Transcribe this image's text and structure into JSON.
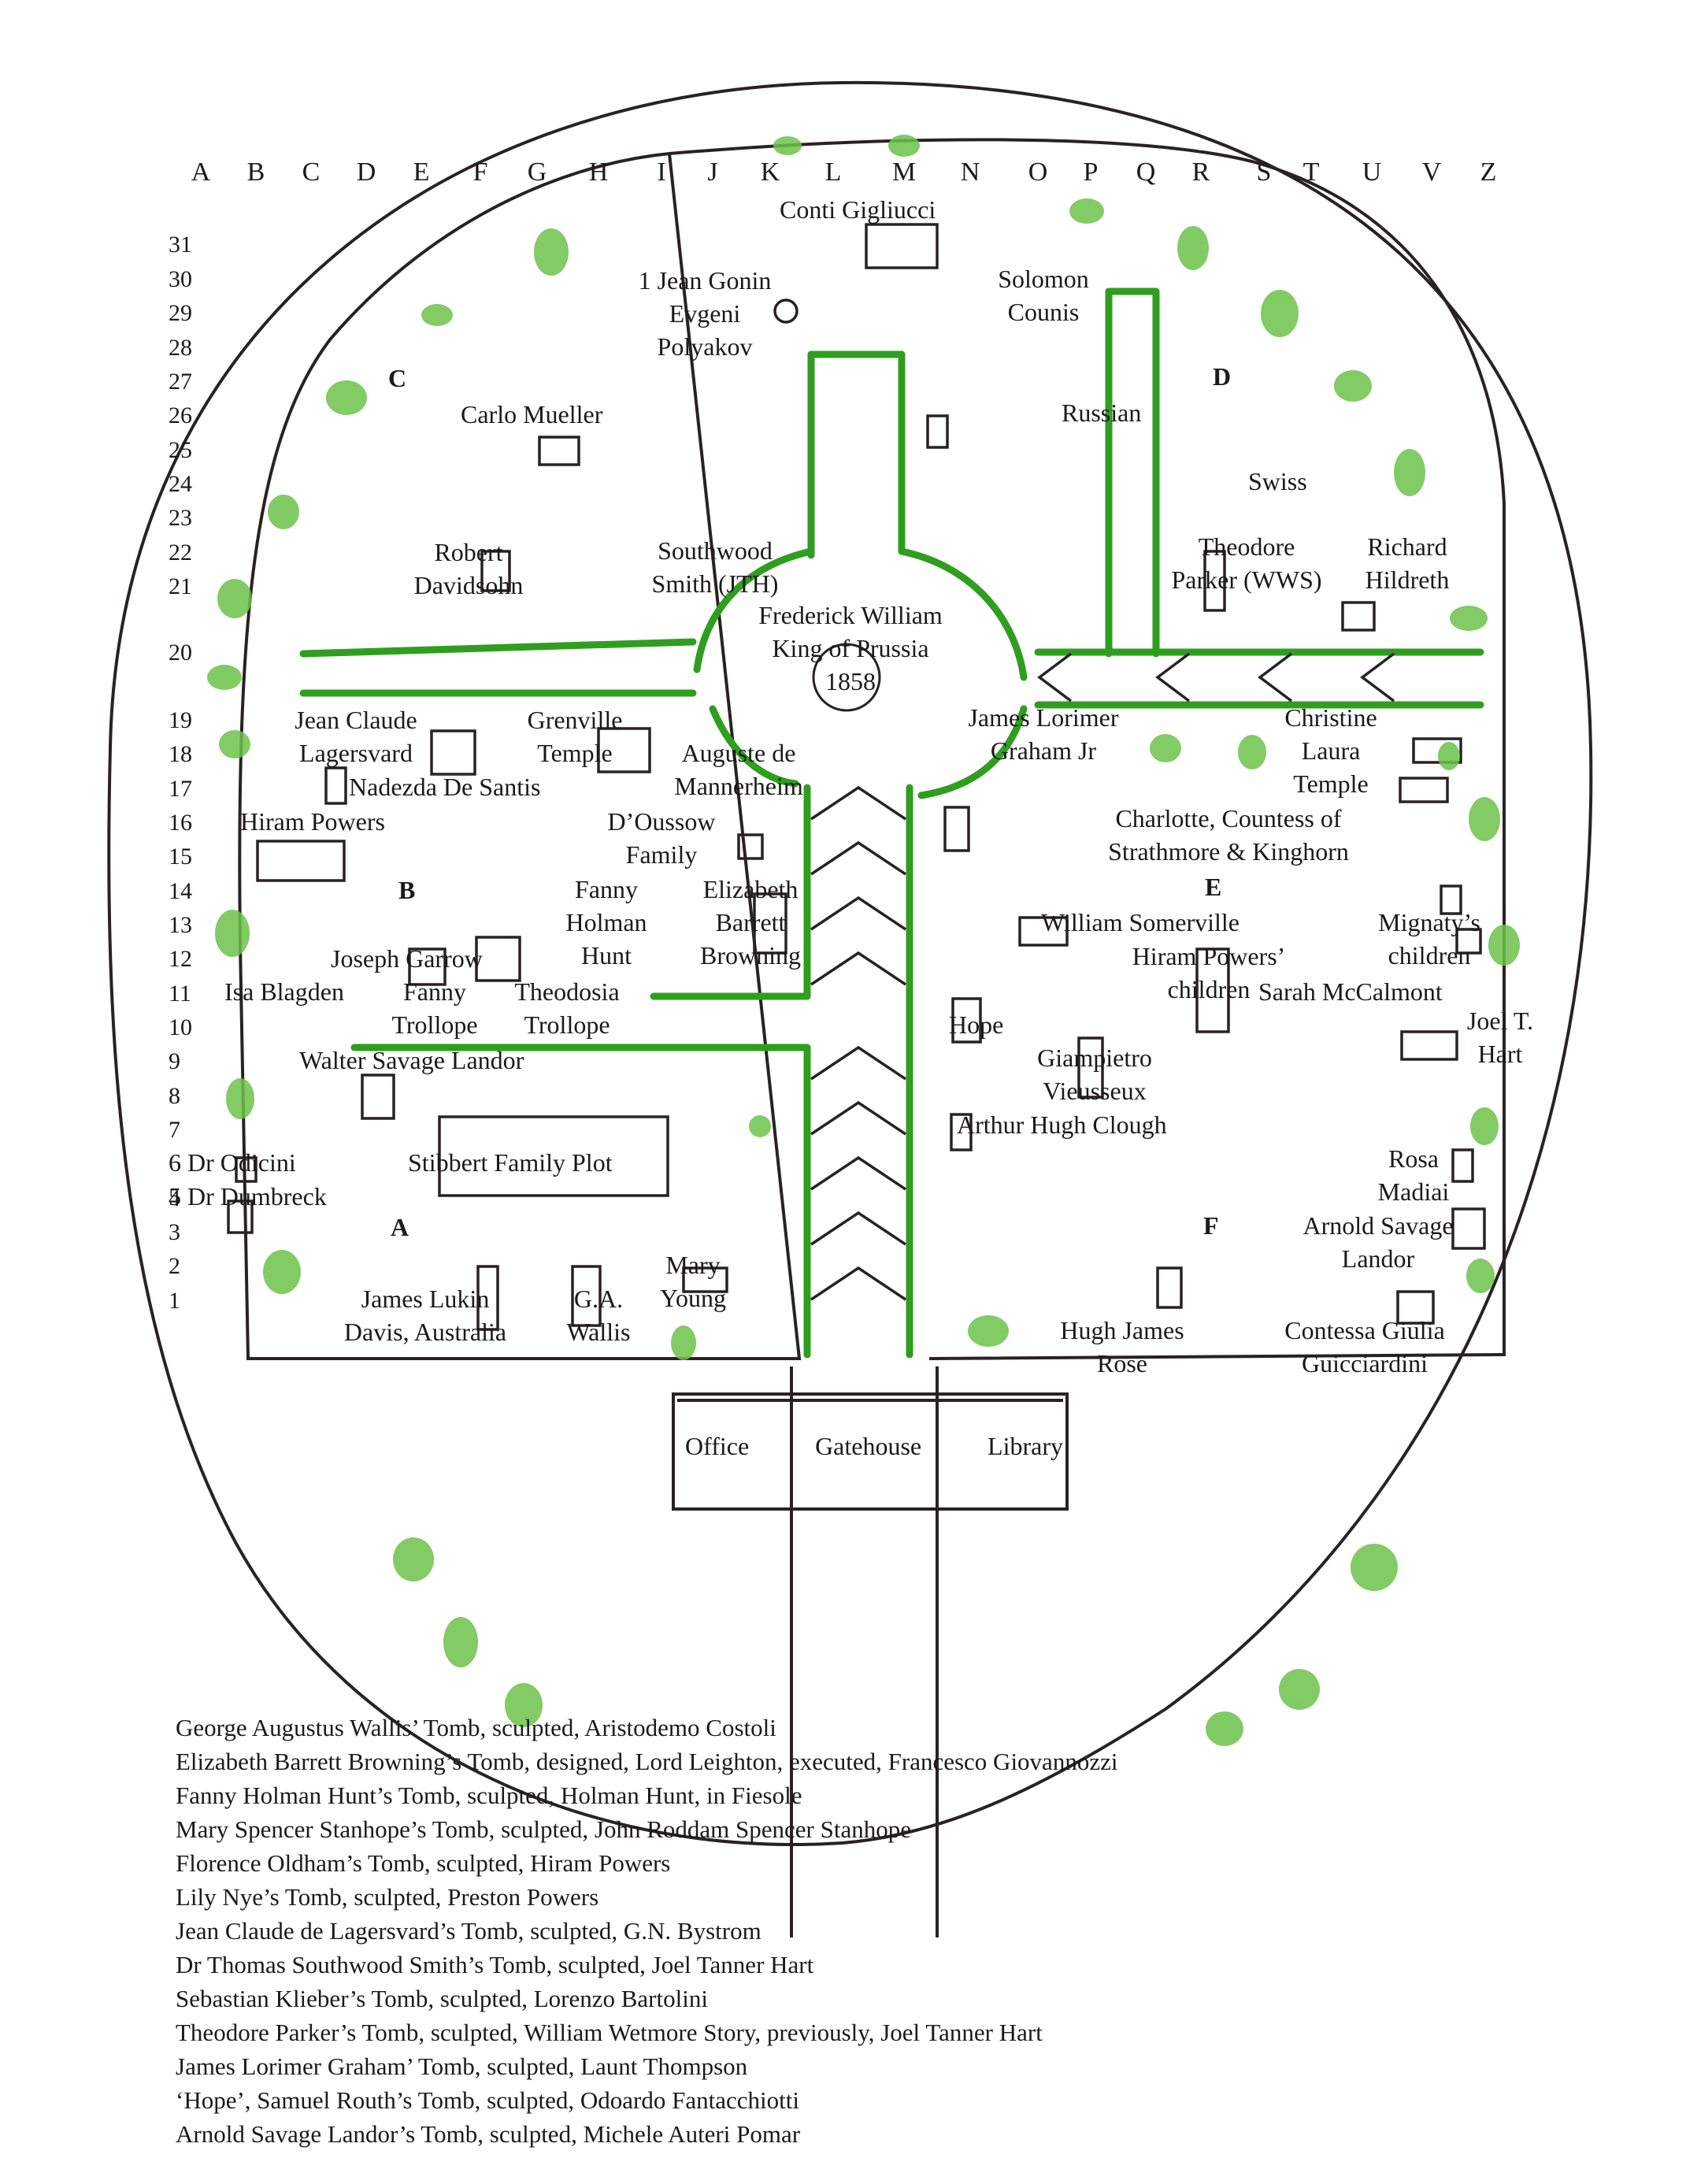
{
  "columns": [
    "A",
    "B",
    "C",
    "D",
    "E",
    "F",
    "G",
    "H",
    "I",
    "J",
    "K",
    "L",
    "M",
    "N",
    "O",
    "P",
    "Q",
    "R",
    "S",
    "T",
    "U",
    "V",
    "Z"
  ],
  "rows": [
    "31",
    "30",
    "29",
    "28",
    "27",
    "26",
    "25",
    "24",
    "23",
    "22",
    "21",
    "20",
    "19",
    "18",
    "17",
    "16",
    "15",
    "14",
    "13",
    "12",
    "11",
    "10",
    "9",
    "8",
    "7",
    "6",
    "5",
    "4",
    "3",
    "2",
    "1"
  ],
  "sections": [
    "A",
    "B",
    "C",
    "D",
    "E",
    "F"
  ],
  "center_monument": {
    "lines": [
      "Frederick William",
      "King of Prussia",
      "1858"
    ]
  },
  "buildings": [
    "Office",
    "Gatehouse",
    "Library"
  ],
  "graves": {
    "conti": "Conti Gigliucci",
    "gonin": [
      "1 Jean Gonin",
      "Evgeni",
      "Polyakov"
    ],
    "counis": [
      "Solomon",
      "Counis"
    ],
    "mueller": "Carlo Mueller",
    "russian": "Russian",
    "swiss": "Swiss",
    "davidsohn": [
      "Robert",
      "Davidsohn"
    ],
    "southwood": [
      "Southwood",
      "Smith (JTH)"
    ],
    "parker": [
      "Theodore",
      "Parker (WWS)"
    ],
    "hildreth": [
      "Richard",
      "Hildreth"
    ],
    "lagersvard": [
      "Jean Claude",
      "Lagersvard"
    ],
    "grenville": [
      "Grenville",
      "Temple"
    ],
    "mannerheim": [
      "Auguste de",
      "Mannerheim"
    ],
    "graham": [
      "James Lorimer",
      "Graham Jr"
    ],
    "christine": [
      "Christine",
      "Laura",
      "Temple"
    ],
    "desantis": "Nadezda De Santis",
    "powers": "Hiram Powers",
    "doussow": [
      "D’Oussow",
      "Family"
    ],
    "charlotte": [
      "Charlotte, Countess of",
      "Strathmore & Kinghorn"
    ],
    "fanny_hunt": [
      "Fanny",
      "Holman",
      "Hunt"
    ],
    "ebb": [
      "Elizabeth",
      "Barrett",
      "Browning"
    ],
    "somerville": "William Somerville",
    "powers_children": [
      "Hiram Powers’",
      "children"
    ],
    "mignaty": [
      "Mignaty’s",
      "children"
    ],
    "garrow": "Joseph Garrow",
    "blagden": "Isa Blagden",
    "fanny_trollope": [
      "Fanny",
      "Trollope"
    ],
    "theodosia": [
      "Theodosia",
      "Trollope"
    ],
    "mccalmont": "Sarah McCalmont",
    "hope": "Hope",
    "hart": [
      "Joel T.",
      "Hart"
    ],
    "landor_b": "Walter Savage Landor",
    "vieusseux": [
      "Giampietro",
      "Vieusseux"
    ],
    "clough": "Arthur Hugh Clough",
    "odicini": "6 Dr Odicini",
    "dumbreck": "5 Dr Dumbreck",
    "stibbert": "Stibbert Family Plot",
    "madiai": [
      "Rosa",
      "Madiai"
    ],
    "arnold": [
      "Arnold Savage",
      "Landor"
    ],
    "davis": [
      "James Lukin",
      "Davis, Australia"
    ],
    "wallis": [
      "G.A.",
      "Wallis"
    ],
    "young": [
      "Mary",
      "Young"
    ],
    "rose": [
      "Hugh James",
      "Rose"
    ],
    "guicciardini": [
      "Contessa Giulia",
      "Guicciardini"
    ]
  },
  "legend": [
    "George Augustus Wallis’ Tomb, sculpted, Aristodemo Costoli",
    "Elizabeth Barrett Browning’s Tomb, designed, Lord Leighton, executed, Francesco Giovannozzi",
    "Fanny Holman Hunt’s Tomb, sculpted, Holman Hunt, in Fiesole",
    "Mary Spencer Stanhope’s Tomb, sculpted, John Roddam Spencer Stanhope",
    "Florence Oldham’s Tomb, sculpted, Hiram Powers",
    "Lily Nye’s Tomb, sculpted, Preston Powers",
    "Jean Claude de Lagersvard’s Tomb, sculpted, G.N. Bystrom",
    "Dr Thomas Southwood Smith’s Tomb, sculpted, Joel Tanner Hart",
    "Sebastian Klieber’s Tomb, sculpted, Lorenzo Bartolini",
    "Theodore Parker’s Tomb, sculpted, William Wetmore Story, previously, Joel Tanner Hart",
    "James Lorimer Graham’ Tomb, sculpted, Launt Thompson",
    "‘Hope’, Samuel Routh’s Tomb, sculpted, Odoardo Fantacchiotti",
    "Arnold Savage Landor’s Tomb, sculpted, Michele Auteri Pomar"
  ],
  "colors": {
    "ink": "#2a2222",
    "hedge": "#2f9e1f",
    "hedge_light": "#6cc24a",
    "paper": "#ffffff"
  }
}
